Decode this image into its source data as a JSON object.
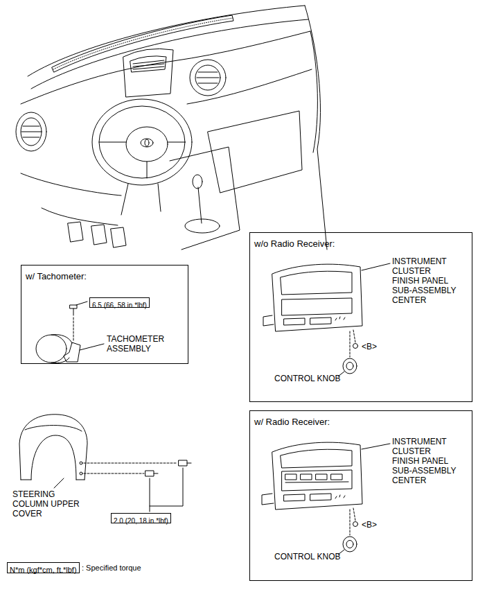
{
  "diagram": {
    "nodes": [
      {
        "text": [
          "w/o Radio Receiver:"
        ]
      },
      {
        "text": [
          "w/ Tachometer:"
        ]
      },
      {
        "text": [
          "6.5 (66, 58 in.*lbf)"
        ],
        "in": 1
      },
      {
        "text": [
          "w/ Radio Receiver:"
        ]
      },
      {
        "text": [
          "2.0 (20, 18 in.*lbf)"
        ]
      },
      {
        "text": [
          "N*m (kgf*cm, ft.*lbf)"
        ]
      }
    ],
    "labels": [
      "INSTRUMENT CLUSTER FINISH PANEL SUB-ASSEMBLY CENTER",
      "<B>",
      "CONTROL KNOB",
      "TACHOMETER ASSEMBLY",
      "INSTRUMENT CLUSTER FINISH PANEL SUB-ASSEMBLY CENTER",
      "<B>",
      "CONTROL KNOB",
      "STEERING COLUMN UPPER COVER",
      ": Specified torque"
    ]
  }
}
